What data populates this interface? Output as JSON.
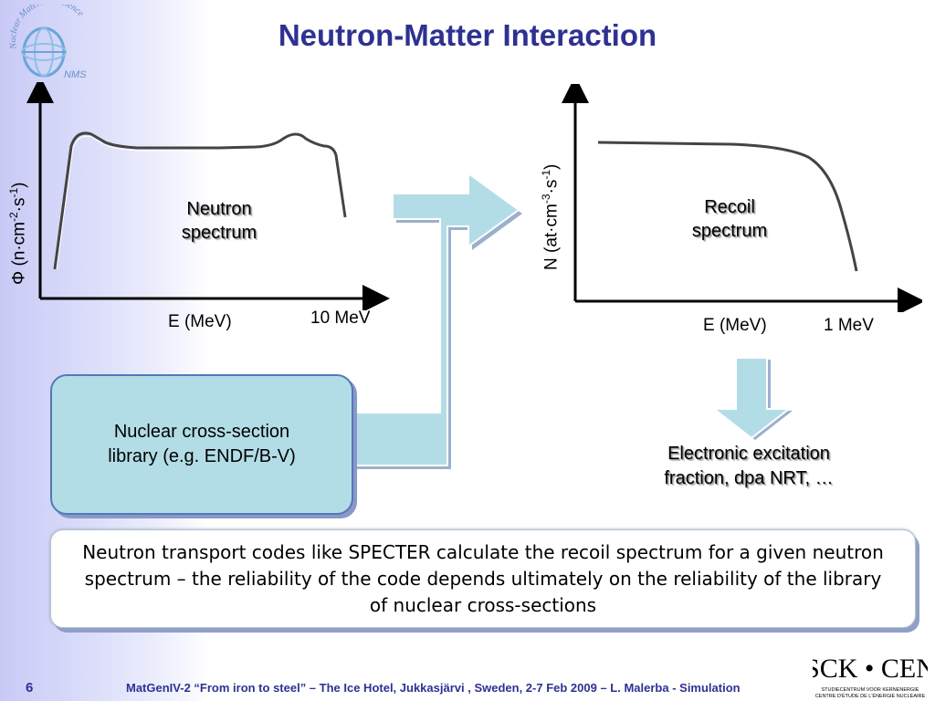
{
  "slide": {
    "title": "Neutron-Matter Interaction",
    "page_number": "6",
    "footer": "MatGenIV-2 “From iron to steel” – The Ice Hotel, Jukkasjärvi , Sweden, 2-7 Feb 2009 – L. Malerba - Simulation"
  },
  "logo_left": {
    "text": "Nuclear Materials Science",
    "abbrev": "NMS"
  },
  "left_plot": {
    "ylabel_prefix": "Φ (n·cm",
    "ylabel_sup1": "-2",
    "ylabel_mid": "·s",
    "ylabel_sup2": "-1",
    "ylabel_suffix": ")",
    "xlabel": "E (MeV)",
    "xmax_label": "10 MeV",
    "curve_label_line1": "Neutron",
    "curve_label_line2": "spectrum"
  },
  "right_plot": {
    "ylabel_prefix": "N (at·cm",
    "ylabel_sup1": "-3",
    "ylabel_mid": "·s",
    "ylabel_sup2": "-1",
    "ylabel_suffix": ")",
    "xlabel": "E (MeV)",
    "xmax_label": "1 MeV",
    "curve_label_line1": "Recoil",
    "curve_label_line2": "spectrum"
  },
  "library_box": {
    "line1": "Nuclear cross-section",
    "line2": "library (e.g. ENDF/B-V)"
  },
  "result_text": {
    "line1": "Electronic excitation",
    "line2": "fraction, dpa NRT, …"
  },
  "note": {
    "text": "Neutron transport codes like SPECTER calculate the recoil spectrum for a given neutron spectrum – the reliability of the code depends ultimately on the reliability of the library of nuclear cross-sections"
  },
  "logo_right": {
    "main": "SCK • CEN",
    "sub1": "STUDIECENTRUM VOOR KERNENERGIE",
    "sub2": "CENTRE D'ÉTUDE DE L'ÉNERGIE NUCLÉAIRE"
  },
  "colors": {
    "title": "#2e3192",
    "arrow_fill": "#b3dde6",
    "box_border": "#5577b8"
  }
}
